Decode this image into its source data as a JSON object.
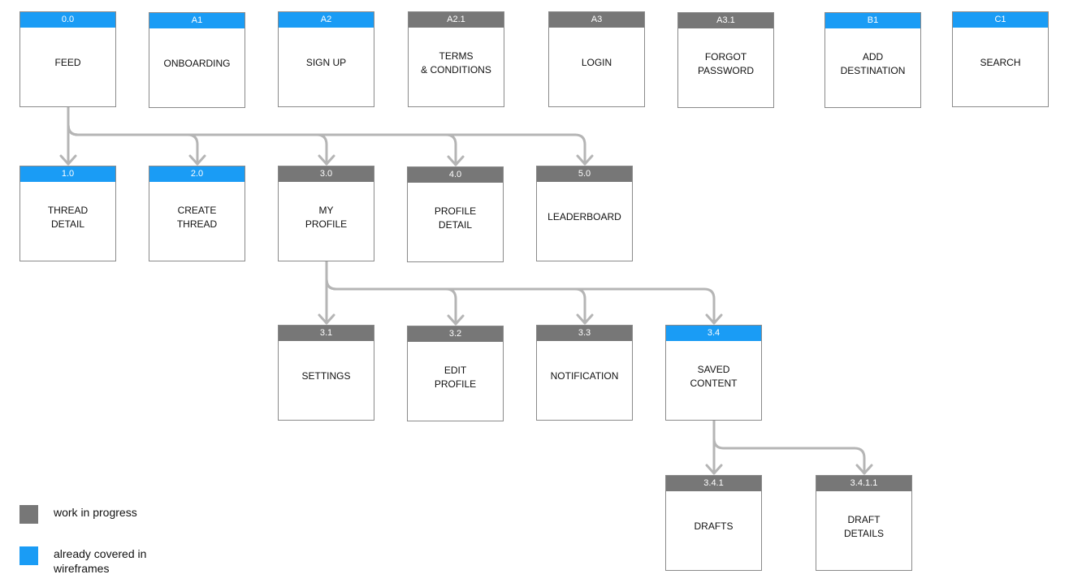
{
  "colors": {
    "done": "#1a9cf5",
    "wip": "#777777",
    "arrow": "#b5b5b5"
  },
  "nodes": [
    {
      "id": "0.0",
      "title": "FEED",
      "status": "done"
    },
    {
      "id": "A1",
      "title": "ONBOARDING",
      "status": "done"
    },
    {
      "id": "A2",
      "title": "SIGN UP",
      "status": "done"
    },
    {
      "id": "A2.1",
      "title": "TERMS\n& CONDITIONS",
      "status": "wip"
    },
    {
      "id": "A3",
      "title": "LOGIN",
      "status": "wip"
    },
    {
      "id": "A3.1",
      "title": "FORGOT\nPASSWORD",
      "status": "wip"
    },
    {
      "id": "B1",
      "title": "ADD\nDESTINATION",
      "status": "done"
    },
    {
      "id": "C1",
      "title": "SEARCH",
      "status": "done"
    },
    {
      "id": "1.0",
      "title": "THREAD\nDETAIL",
      "status": "done"
    },
    {
      "id": "2.0",
      "title": "CREATE\nTHREAD",
      "status": "done"
    },
    {
      "id": "3.0",
      "title": "MY\nPROFILE",
      "status": "wip"
    },
    {
      "id": "4.0",
      "title": "PROFILE\nDETAIL",
      "status": "wip"
    },
    {
      "id": "5.0",
      "title": "LEADERBOARD",
      "status": "wip"
    },
    {
      "id": "3.1",
      "title": "SETTINGS",
      "status": "wip"
    },
    {
      "id": "3.2",
      "title": "EDIT\nPROFILE",
      "status": "wip"
    },
    {
      "id": "3.3",
      "title": "NOTIFICATION",
      "status": "wip"
    },
    {
      "id": "3.4",
      "title": "SAVED\nCONTENT",
      "status": "done"
    },
    {
      "id": "3.4.1",
      "title": "DRAFTS",
      "status": "wip"
    },
    {
      "id": "3.4.1.1",
      "title": "DRAFT\nDETAILS",
      "status": "wip"
    }
  ],
  "edges": [
    {
      "from": "0.0",
      "to": [
        "1.0",
        "2.0",
        "3.0",
        "4.0",
        "5.0"
      ]
    },
    {
      "from": "3.0",
      "to": [
        "3.1",
        "3.2",
        "3.3",
        "3.4"
      ]
    },
    {
      "from": "3.4",
      "to": [
        "3.4.1",
        "3.4.1.1"
      ]
    }
  ],
  "legend": {
    "wip_label": "work in progress",
    "done_label": "already covered in\nwireframes"
  }
}
